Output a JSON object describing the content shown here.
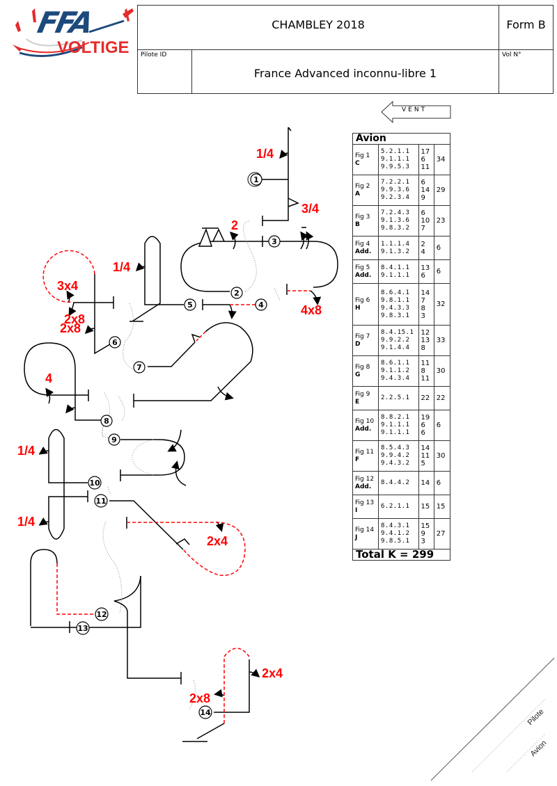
{
  "header": {
    "logo_main": "FFA",
    "logo_sub": "VOLTIGE",
    "competition": "CHAMBLEY 2018",
    "form": "Form B",
    "pilot_id_label": "Pilote ID",
    "flight_no_label": "Vol N°",
    "sequence_name": "France Advanced inconnu-libre 1"
  },
  "wind": {
    "label": "VENT",
    "icon": "wind-arrow-left-icon"
  },
  "k_table": {
    "title": "Avion",
    "rows": [
      {
        "fig": "Fig 1",
        "letter": "C",
        "catalog": "5.2.1.1\n9.1.1.1\n9.9.5.3",
        "k": "17\n6\n11",
        "total": "34"
      },
      {
        "fig": "Fig 2",
        "letter": "A",
        "catalog": "7.2.2.1\n9.9.3.6\n9.2.3.4",
        "k": "6\n14\n9",
        "total": "29"
      },
      {
        "fig": "Fig 3",
        "letter": "B",
        "catalog": "7.2.4.3\n9.1.3.6\n9.8.3.2",
        "k": "6\n10\n7",
        "total": "23"
      },
      {
        "fig": "Fig 4",
        "letter": "Add.",
        "catalog": "1.1.1.4\n9.1.3.2",
        "k": "2\n4",
        "total": "6"
      },
      {
        "fig": "Fig 5",
        "letter": "Add.",
        "catalog": "8.4.1.1\n9.1.1.1",
        "k": "13\n6",
        "total": "6"
      },
      {
        "fig": "Fig 6",
        "letter": "H",
        "catalog": "8.6.4.1\n9.8.1.1\n9.4.3.3\n9.8.3.1",
        "k": "14\n7\n8\n3",
        "total": "32"
      },
      {
        "fig": "Fig 7",
        "letter": "D",
        "catalog": "8.4.15.1\n9.9.2.2\n9.1.4.4",
        "k": "12\n13\n8",
        "total": "33"
      },
      {
        "fig": "Fig 8",
        "letter": "G",
        "catalog": "8.6.1.1\n9.1.1.2\n9.4.3.4",
        "k": "11\n8\n11",
        "total": "30"
      },
      {
        "fig": "Fig 9",
        "letter": "E",
        "catalog": "2.2.5.1",
        "k": "22",
        "total": "22"
      },
      {
        "fig": "Fig 10",
        "letter": "Add.",
        "catalog": "8.8.2.1\n9.1.1.1\n9.1.1.1",
        "k": "19\n6\n6",
        "total": "6"
      },
      {
        "fig": "Fig 11",
        "letter": "F",
        "catalog": "8.5.4.3\n9.9.4.2\n9.4.3.2",
        "k": "14\n11\n5",
        "total": "30"
      },
      {
        "fig": "Fig 12",
        "letter": "Add.",
        "catalog": "8.4.4.2",
        "k": "14",
        "total": "6"
      },
      {
        "fig": "Fig 13",
        "letter": "I",
        "catalog": "6.2.1.1",
        "k": "15",
        "total": "15"
      },
      {
        "fig": "Fig 14",
        "letter": "J",
        "catalog": "8.4.3.1\n9.4.1.2\n9.8.5.1",
        "k": "15\n9\n3",
        "total": "27"
      }
    ],
    "total_label": "Total K = 299"
  },
  "diagram": {
    "figure_numbers": [
      "1",
      "2",
      "3",
      "4",
      "5",
      "6",
      "7",
      "8",
      "9",
      "10",
      "11",
      "12",
      "13",
      "14"
    ],
    "roll_labels": {
      "f1_top": "1/4",
      "f1_bottom": "3/4",
      "f2": "2",
      "f3": "4x8",
      "f5": "1/4",
      "f6_a": "3x4",
      "f6_b": "2x8",
      "f6_c": "2x8",
      "f8": "4",
      "f10": "1/4",
      "f10_b": "1/4",
      "f11": "2x4",
      "f14_a": "2x4",
      "f14_b": "2x8"
    },
    "colors": {
      "line": "#000000",
      "roll": "#ff0000",
      "connector": "#888888"
    }
  },
  "signature": {
    "pilot_label": "Pilote",
    "aircraft_label": "Avion"
  }
}
